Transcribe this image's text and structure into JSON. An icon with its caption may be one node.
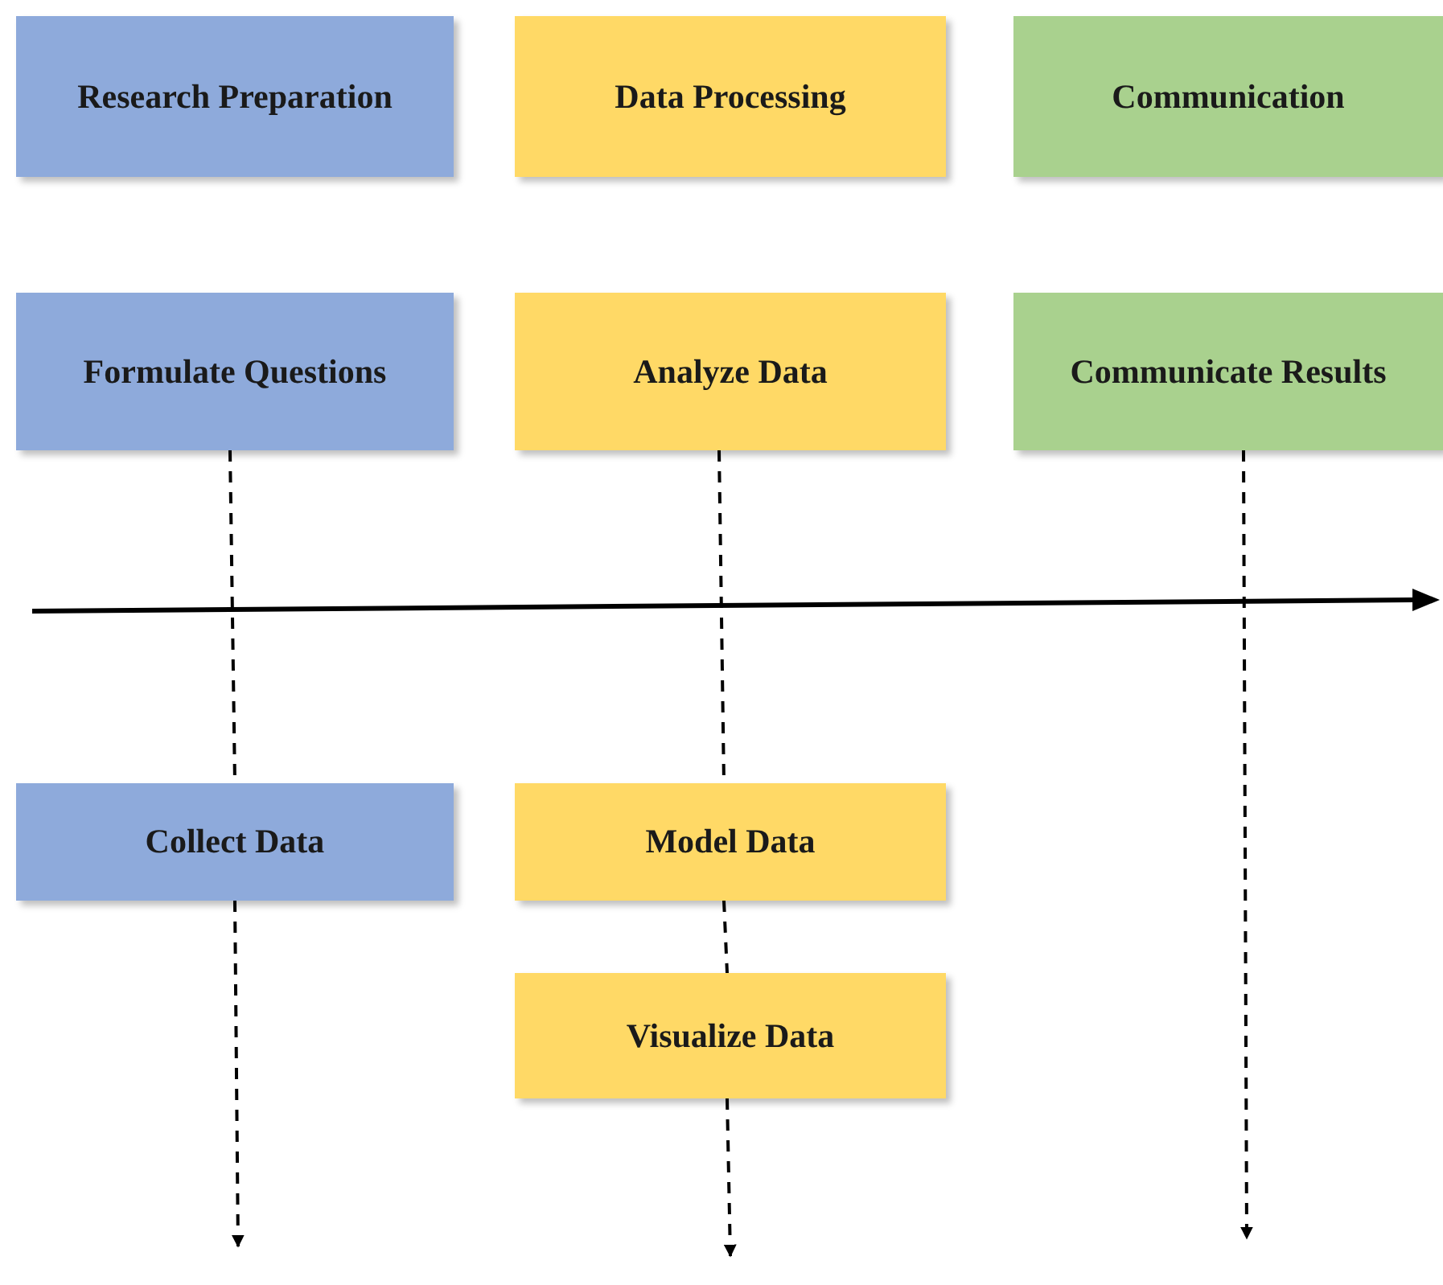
{
  "diagram": {
    "nodes": [
      {
        "text": [
          "Research Preparation"
        ]
      },
      {
        "text": [
          "Data Processing"
        ]
      },
      {
        "text": [
          "Communication"
        ]
      },
      {
        "text": [
          "Formulate Questions"
        ]
      },
      {
        "text": [
          "Analyze Data"
        ]
      },
      {
        "text": [
          "Communicate Results"
        ]
      },
      {
        "text": [
          "Collect Data"
        ]
      },
      {
        "text": [
          "Model Data"
        ]
      },
      {
        "text": [
          "Visualize Data"
        ]
      }
    ],
    "edges": [
      {
        "from": 3,
        "to": 6,
        "arrow": "none",
        "style": "dashed"
      },
      {
        "from": 6,
        "to": null,
        "arrow": "to",
        "style": "dashed"
      },
      {
        "from": 4,
        "to": 7,
        "arrow": "none",
        "style": "dashed"
      },
      {
        "from": 7,
        "to": 8,
        "arrow": "none",
        "style": "dashed"
      },
      {
        "from": 8,
        "to": null,
        "arrow": "to",
        "style": "dashed"
      },
      {
        "from": 5,
        "to": null,
        "arrow": "to",
        "style": "dashed"
      }
    ]
  }
}
